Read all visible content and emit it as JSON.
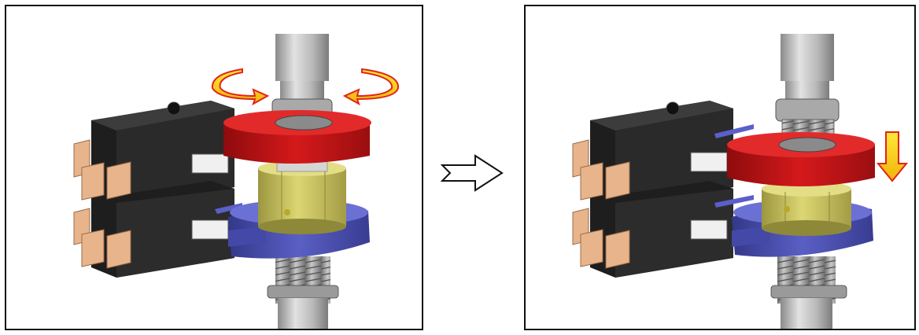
{
  "panels": [
    {
      "id": "before",
      "motion_indicator": "rotate-arrows-icon",
      "parts": [
        "shaft",
        "red-collar",
        "yellow-nut",
        "blue-collar",
        "dual-microswitch"
      ]
    },
    {
      "id": "after",
      "motion_indicator": "down-arrow-icon",
      "parts": [
        "shaft",
        "red-collar",
        "yellow-nut",
        "blue-collar",
        "dual-microswitch"
      ]
    }
  ],
  "transition_icon": "right-outline-arrow-icon",
  "colors": {
    "red_collar": "#c81416",
    "yellow_nut": "#c9c25a",
    "blue_collar": "#4a4fb0",
    "switch_body": "#2d2d2d",
    "terminals": "#e8b48c",
    "shaft": "#b9b9b9",
    "indicator_arrow": "#f7d21a"
  }
}
